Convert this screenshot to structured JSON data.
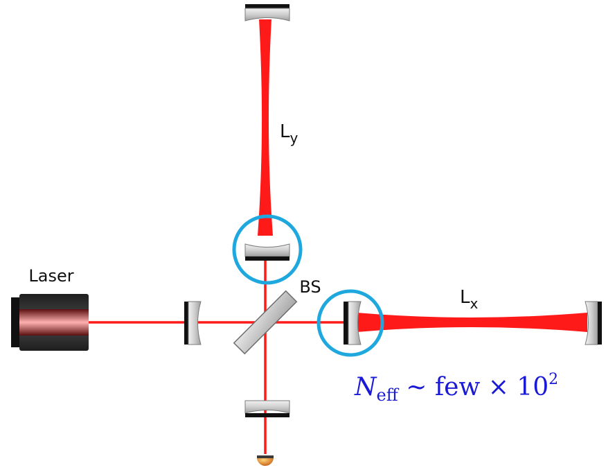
{
  "labels": {
    "laser": "Laser",
    "beam_splitter": "BS",
    "arm_y": {
      "main": "L",
      "sub": "y"
    },
    "arm_x": {
      "main": "L",
      "sub": "x"
    }
  },
  "annotation": {
    "symbol": "N",
    "subscript": "eff",
    "relation": " ~ few × 10",
    "exponent": "2"
  },
  "colors": {
    "beam": "#ff1a1a",
    "highlight_circle": "#1fa8de",
    "annotation_text": "#1a1ad6",
    "mirror_face": "#d9d9d9",
    "mirror_coating": "#111111",
    "laser_body": "#333333",
    "detector": "#e07a1a"
  }
}
